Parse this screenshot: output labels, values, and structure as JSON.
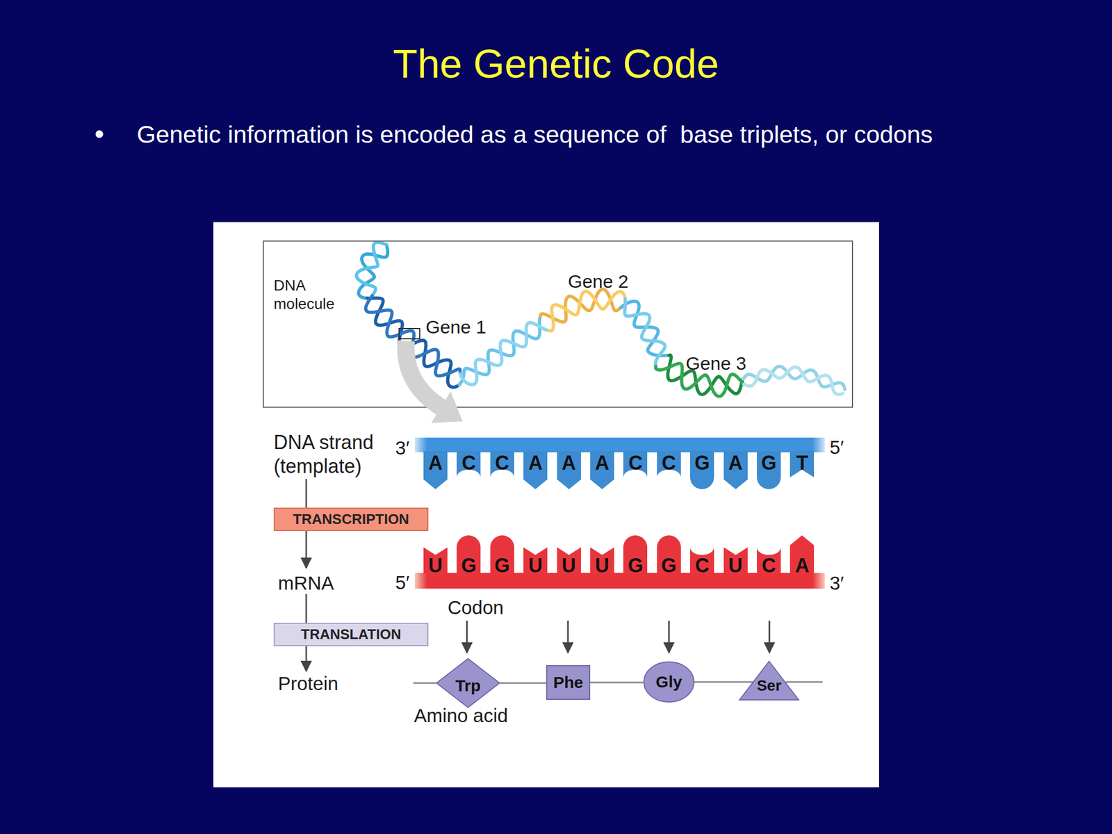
{
  "diagram": {
    "title": "The Genetic Code",
    "nodes": [
      {
        "text": [
          "A"
        ]
      },
      {
        "text": [
          "C"
        ]
      },
      {
        "text": [
          "C"
        ]
      },
      {
        "text": [
          "A"
        ]
      },
      {
        "text": [
          "A"
        ]
      },
      {
        "text": [
          "A"
        ]
      },
      {
        "text": [
          "C"
        ]
      },
      {
        "text": [
          "C"
        ]
      },
      {
        "text": [
          "G"
        ]
      },
      {
        "text": [
          "A"
        ]
      },
      {
        "text": [
          "G"
        ]
      },
      {
        "text": [
          "T"
        ]
      },
      {
        "text": [
          "TRANSCRIPTION"
        ]
      },
      {
        "text": [
          "U"
        ]
      },
      {
        "text": [
          "G"
        ]
      },
      {
        "text": [
          "G"
        ]
      },
      {
        "text": [
          "U"
        ]
      },
      {
        "text": [
          "U"
        ]
      },
      {
        "text": [
          "U"
        ]
      },
      {
        "text": [
          "G"
        ]
      },
      {
        "text": [
          "G"
        ]
      },
      {
        "text": [
          "C"
        ]
      },
      {
        "text": [
          "U"
        ]
      },
      {
        "text": [
          "C"
        ]
      },
      {
        "text": [
          "A"
        ]
      },
      {
        "text": [
          "TRANSLATION"
        ]
      },
      {
        "text": [
          "Trp"
        ]
      },
      {
        "text": [
          "Phe"
        ]
      },
      {
        "text": [
          "Gly"
        ]
      },
      {
        "text": [
          "Ser"
        ]
      }
    ],
    "edges": [
      {
        "from": 26,
        "to": 27,
        "arrow": "none"
      },
      {
        "from": 27,
        "to": 28,
        "arrow": "none"
      },
      {
        "from": 28,
        "to": 29,
        "arrow": "none"
      }
    ],
    "labels": [
      "Genetic information is encoded as a sequence of  base triplets, or codons",
      "DNA molecule",
      "Gene 2",
      "Gene 1",
      "Gene 3",
      "DNA strand (template)",
      "3′",
      "5′",
      "mRNA",
      "5′",
      "3′",
      "Codon",
      "Protein",
      "Amino acid"
    ]
  }
}
